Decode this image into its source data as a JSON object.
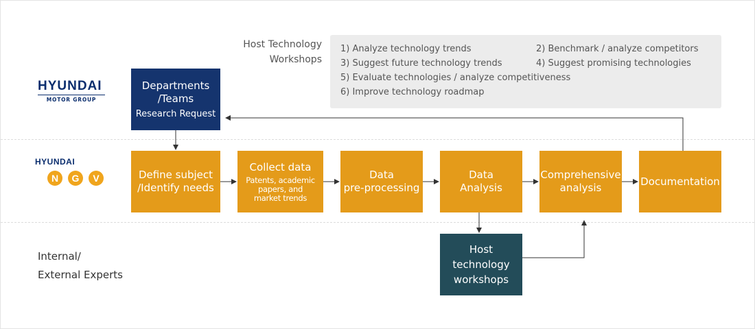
{
  "workshop_header": {
    "line1": "Host Technology",
    "line2": "Workshops"
  },
  "workshop_items": [
    "1) Analyze technology trends",
    "2) Benchmark / analyze competitors",
    "3) Suggest future technology trends",
    "4) Suggest promising technologies",
    "5) Evaluate technologies / analyze competitiveness",
    "6) Improve technology roadmap"
  ],
  "lanes": {
    "hmg_logo": {
      "word": "HYUNDAI",
      "sub": "MOTOR GROUP"
    },
    "ngv_logo": {
      "word": "HYUNDAI",
      "letters": [
        "N",
        "G",
        "V"
      ]
    },
    "experts": {
      "line1": "Internal/",
      "line2": "External Experts"
    }
  },
  "departments": {
    "title_line1": "Departments",
    "title_line2": "/Teams",
    "sub": "Research Request"
  },
  "process": {
    "define": {
      "line1": "Define subject",
      "line2": "/Identify needs"
    },
    "collect": {
      "title": "Collect data",
      "sub1": "Patents, academic",
      "sub2": "papers, and",
      "sub3": "market trends"
    },
    "preprocess": {
      "line1": "Data",
      "line2": "pre-processing"
    },
    "analysis": {
      "line1": "Data",
      "line2": "Analysis"
    },
    "comprehensive": {
      "line1": "Comprehensive",
      "line2": "analysis"
    },
    "documentation": {
      "label": "Documentation"
    }
  },
  "workshops_box": {
    "line1": "Host",
    "line2": "technology",
    "line3": "workshops"
  },
  "colors": {
    "process": "#e49b1a",
    "departments": "#15346e",
    "workshops": "#234c59",
    "panel": "#ececec",
    "arrow": "#333333"
  }
}
